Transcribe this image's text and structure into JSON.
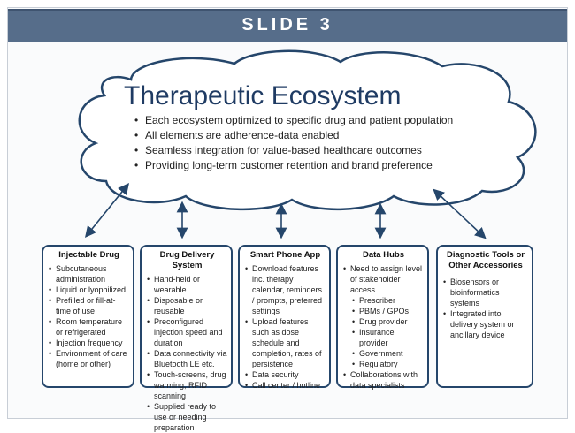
{
  "slide": {
    "label": "SLIDE 3"
  },
  "cloud": {
    "title": "Therapeutic Ecosystem",
    "bullets": [
      "Each ecosystem optimized to specific drug and patient population",
      "All elements are adherence-data enabled",
      "Seamless integration for value-based healthcare outcomes",
      "Providing long-term customer retention and brand preference"
    ]
  },
  "cards": [
    {
      "title": "Injectable Drug",
      "items": [
        {
          "text": "Subcutaneous administration",
          "sub": false
        },
        {
          "text": "Liquid or lyophilized",
          "sub": false
        },
        {
          "text": "Prefilled or fill-at-time of use",
          "sub": false
        },
        {
          "text": "Room temperature or refrigerated",
          "sub": false
        },
        {
          "text": "Injection frequency",
          "sub": false
        },
        {
          "text": "Environment of care (home or other)",
          "sub": false
        }
      ]
    },
    {
      "title": "Drug Delivery System",
      "items": [
        {
          "text": "Hand-held or wearable",
          "sub": false
        },
        {
          "text": "Disposable or reusable",
          "sub": false
        },
        {
          "text": "Preconfigured injection speed and duration",
          "sub": false
        },
        {
          "text": "Data connectivity via Bluetooth LE etc.",
          "sub": false
        },
        {
          "text": "Touch-screens, drug warming, RFID scanning",
          "sub": false
        },
        {
          "text": "Supplied ready to use or needing preparation",
          "sub": false
        }
      ]
    },
    {
      "title": "Smart Phone App",
      "items": [
        {
          "text": "Download features inc. therapy calendar, reminders / prompts, preferred settings",
          "sub": false
        },
        {
          "text": "Upload features such as dose schedule and completion, rates of persistence",
          "sub": false
        },
        {
          "text": "Data security",
          "sub": false
        },
        {
          "text": "Call center / hotline",
          "sub": false
        }
      ]
    },
    {
      "title": "Data Hubs",
      "items": [
        {
          "text": "Need to assign level of stakeholder access",
          "sub": false
        },
        {
          "text": "Prescriber",
          "sub": true
        },
        {
          "text": "PBMs / GPOs",
          "sub": true
        },
        {
          "text": "Drug provider",
          "sub": true
        },
        {
          "text": "Insurance provider",
          "sub": true
        },
        {
          "text": "Government",
          "sub": true
        },
        {
          "text": "Regulatory",
          "sub": true
        },
        {
          "text": "Collaborations with data specialists",
          "sub": false
        }
      ]
    },
    {
      "title": "Diagnostic Tools or Other Accessories",
      "items": [
        {
          "text": "Biosensors or bioinformatics systems",
          "sub": false
        },
        {
          "text": "Integrated into delivery system or ancillary device",
          "sub": false
        }
      ]
    }
  ],
  "colors": {
    "banner": "#566d8a",
    "title": "#1f3b63",
    "border": "#25466b"
  }
}
